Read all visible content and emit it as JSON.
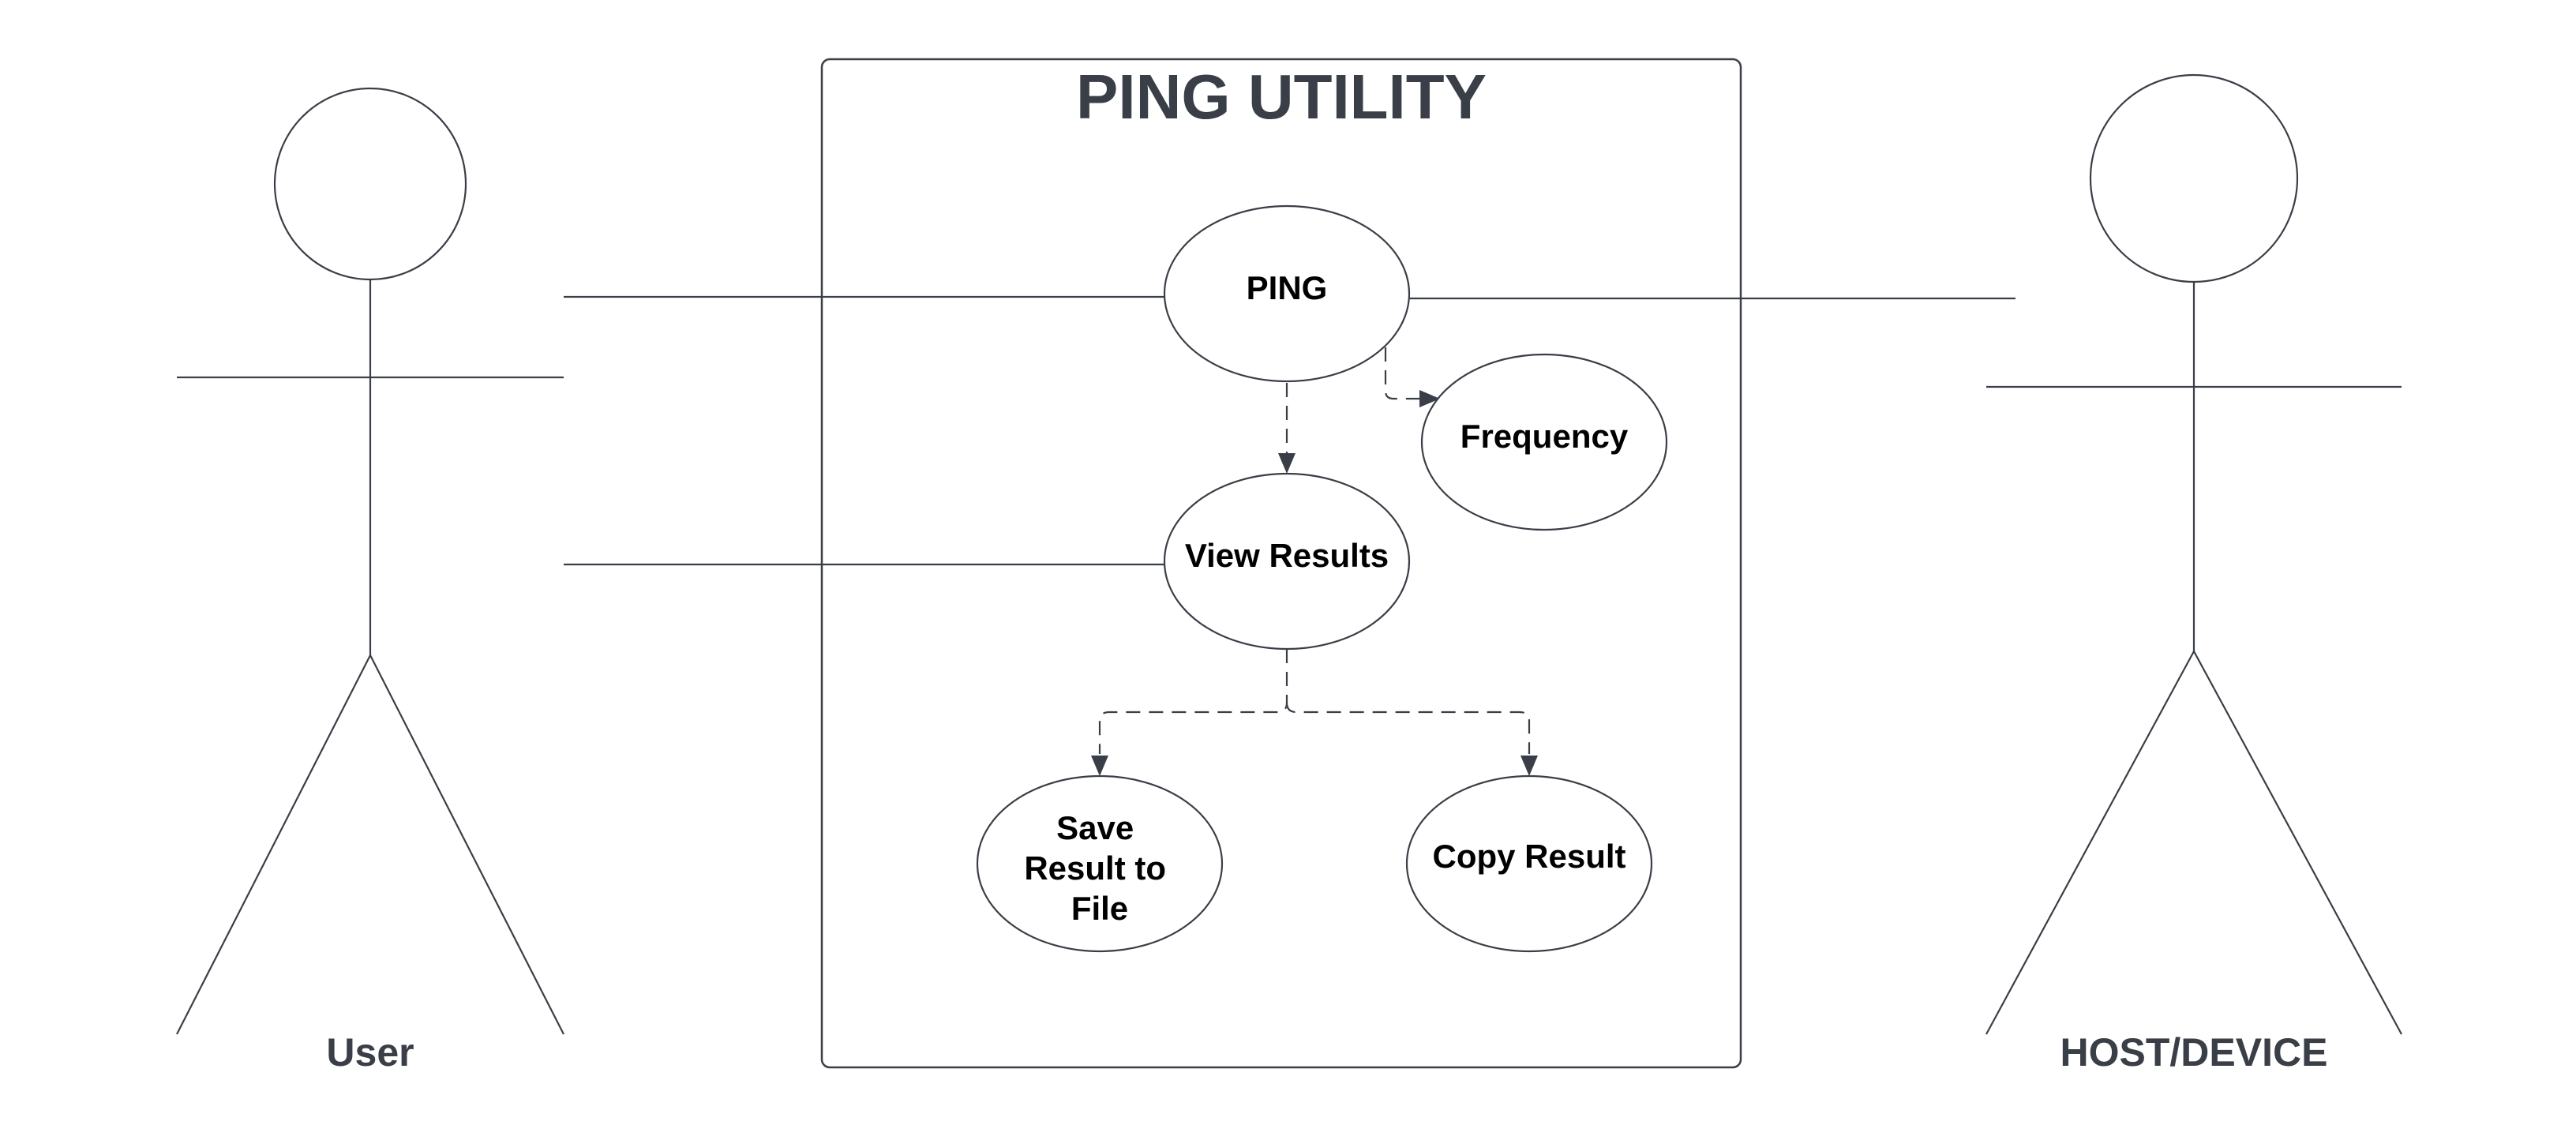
{
  "system": {
    "title": "PING UTILITY"
  },
  "actors": {
    "user": {
      "label": "User"
    },
    "host": {
      "label": "HOST/DEVICE"
    }
  },
  "use_cases": {
    "ping": {
      "label_lines": [
        "PING"
      ]
    },
    "frequency": {
      "label_lines": [
        "Frequency"
      ]
    },
    "view_results": {
      "label_lines": [
        "View Results"
      ]
    },
    "save_result": {
      "label_lines": [
        "Save",
        "Result to",
        "File"
      ]
    },
    "copy_result": {
      "label_lines": [
        "Copy Result"
      ]
    }
  }
}
